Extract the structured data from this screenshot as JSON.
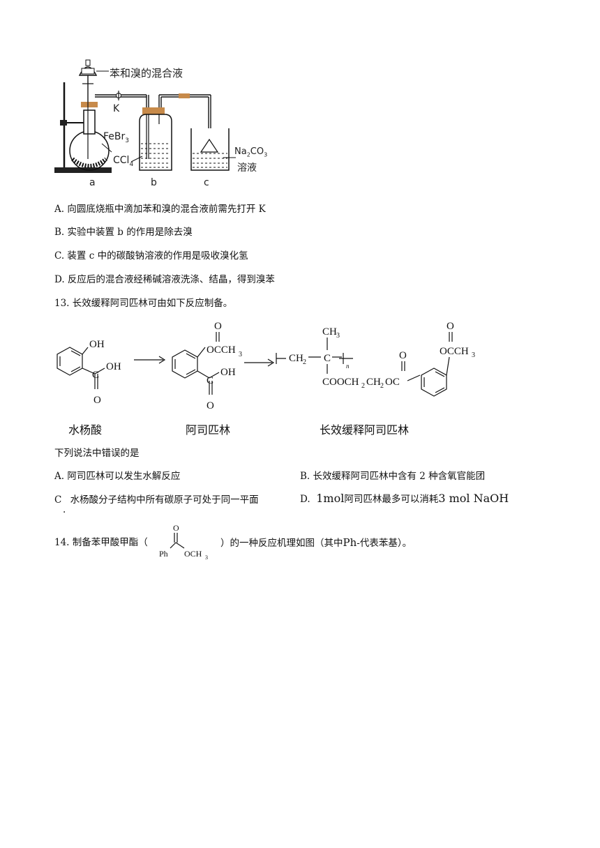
{
  "apparatus": {
    "mixture_label": "苯和溴的混合液",
    "valve_label": "K",
    "catalyst_label": "FeBr",
    "catalyst_sub": "3",
    "ccl4_label": "CCl",
    "ccl4_sub": "4",
    "na2co3_label_a": "Na",
    "na2co3_label_b": "2",
    "na2co3_label_c": "CO",
    "na2co3_label_d": "3",
    "solution_label": "溶液",
    "caption_a": "a",
    "caption_b": "b",
    "caption_c": "c"
  },
  "q12_options": [
    "A.  向圆底烧瓶中滴加苯和溴的混合液前需先打开 K",
    "B.  实验中装置 b 的作用是除去溴",
    "C.  装置 c 中的碳酸钠溶液的作用是吸收溴化氢",
    "D.  反应后的混合液经稀碱溶液洗涤、结晶，得到溴苯"
  ],
  "q13": {
    "stem": "13.  长效缓释阿司匹林可由如下反应制备。",
    "name_salicylic": "水杨酸",
    "name_aspirin": "阿司匹林",
    "name_slow": "长效缓释阿司匹林",
    "question": "下列说法中错误的是",
    "opt_a": "A.  阿司匹林可以发生水解反应",
    "opt_b": "B.  长效缓释阿司匹林中含有 2 种含氧官能团",
    "opt_c_letter": "C",
    "opt_c_dot": ".",
    "opt_c_text": "水杨酸分子结构中所有碳原子可处于同一平面",
    "opt_d_prefix": "D.",
    "opt_d_num": "1mol",
    "opt_d_mid": "阿司匹林最多可以消耗",
    "opt_d_end": "3 mol NaOH"
  },
  "q14": {
    "stem_a": "14.  制备苯甲酸甲酯（",
    "stem_b": "）的一种反应机理如图（其中",
    "stem_ph": "Ph",
    "stem_c": "-代表苯基）。",
    "struct_ph": "Ph",
    "struct_o": "O",
    "struct_och3": "OCH",
    "struct_sub3": "3"
  },
  "chem": {
    "oh": "OH",
    "o": "O",
    "c": "C",
    "ch3": "CH",
    "sub3": "3",
    "ch2": "CH",
    "sub2": "2",
    "n": "n",
    "cooch2": "COOCH",
    "ch2b": "CH",
    "oc": "OC",
    "occh3": "OCCH"
  }
}
